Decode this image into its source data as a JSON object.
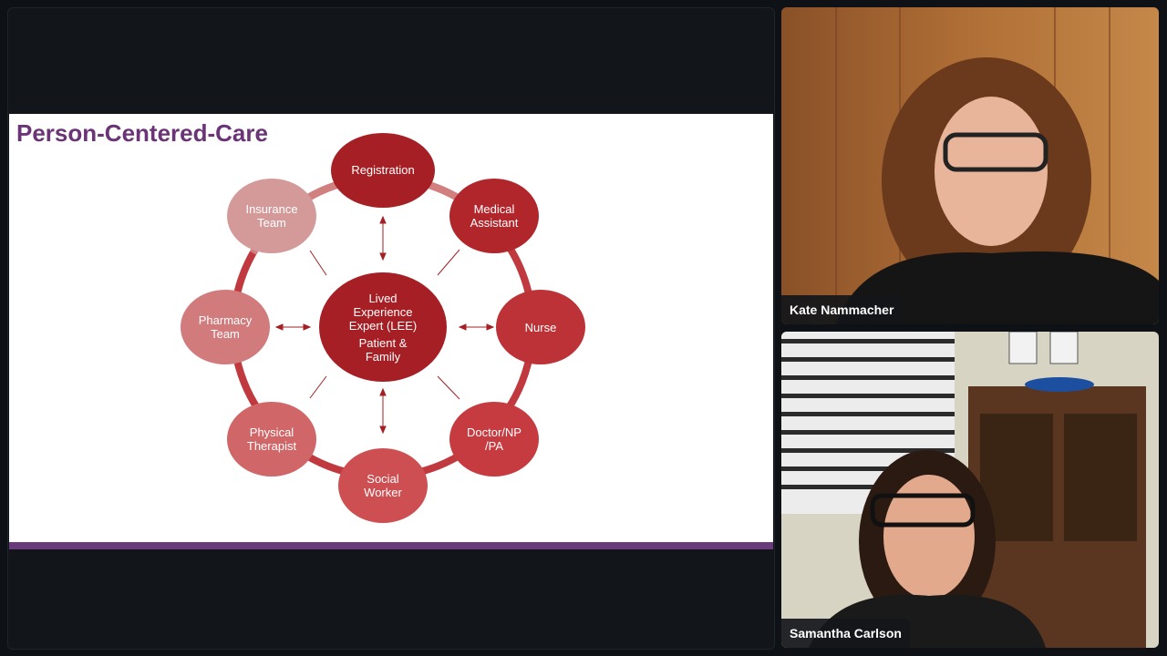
{
  "slide": {
    "title": "Person-Centered-Care",
    "center": {
      "line1": "Lived",
      "line2": "Experience",
      "line3": "Expert (LEE)",
      "line4": "Patient &",
      "line5": "Family"
    },
    "nodes": [
      {
        "id": "registration",
        "line1": "Registration",
        "line2": ""
      },
      {
        "id": "medical-assistant",
        "line1": "Medical",
        "line2": "Assistant"
      },
      {
        "id": "nurse",
        "line1": "Nurse",
        "line2": ""
      },
      {
        "id": "doctor",
        "line1": "Doctor/NP",
        "line2": "/PA"
      },
      {
        "id": "social-worker",
        "line1": "Social",
        "line2": "Worker"
      },
      {
        "id": "physical-therapist",
        "line1": "Physical",
        "line2": "Therapist"
      },
      {
        "id": "pharmacy-team",
        "line1": "Pharmacy",
        "line2": "Team"
      },
      {
        "id": "insurance-team",
        "line1": "Insurance",
        "line2": "Team"
      }
    ],
    "colors": {
      "title": "#6a3477",
      "center": "#a51f24",
      "ring": "#c0343a",
      "bar": "#6a3b7a"
    }
  },
  "participants": [
    {
      "name": "Kate Nammacher"
    },
    {
      "name": "Samantha Carlson"
    }
  ]
}
